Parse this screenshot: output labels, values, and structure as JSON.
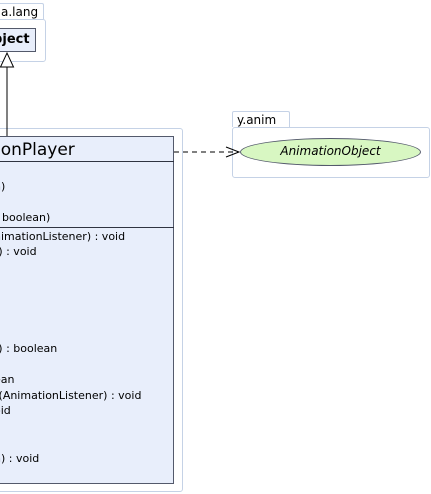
{
  "packages": {
    "java_lang": {
      "tab_label": "a.lang",
      "class_name": "Object"
    },
    "anim": {
      "tab_label": "y.anim",
      "class_name": "AnimationObject"
    }
  },
  "main_class": {
    "name": "ionPlayer",
    "fields": [
      "n)",
      "boolean)"
    ],
    "methods": [
      "nimationListener) : void",
      "t) : void",
      "",
      "",
      "",
      "",
      "",
      "() : boolean",
      "",
      "ean",
      "r(AnimationListener) : void",
      "oid",
      "",
      "",
      "n) : void"
    ]
  },
  "colors": {
    "class_fill": "#e8eefb",
    "interface_fill": "#d8f7c2",
    "package_border": "#c5d2e6"
  }
}
